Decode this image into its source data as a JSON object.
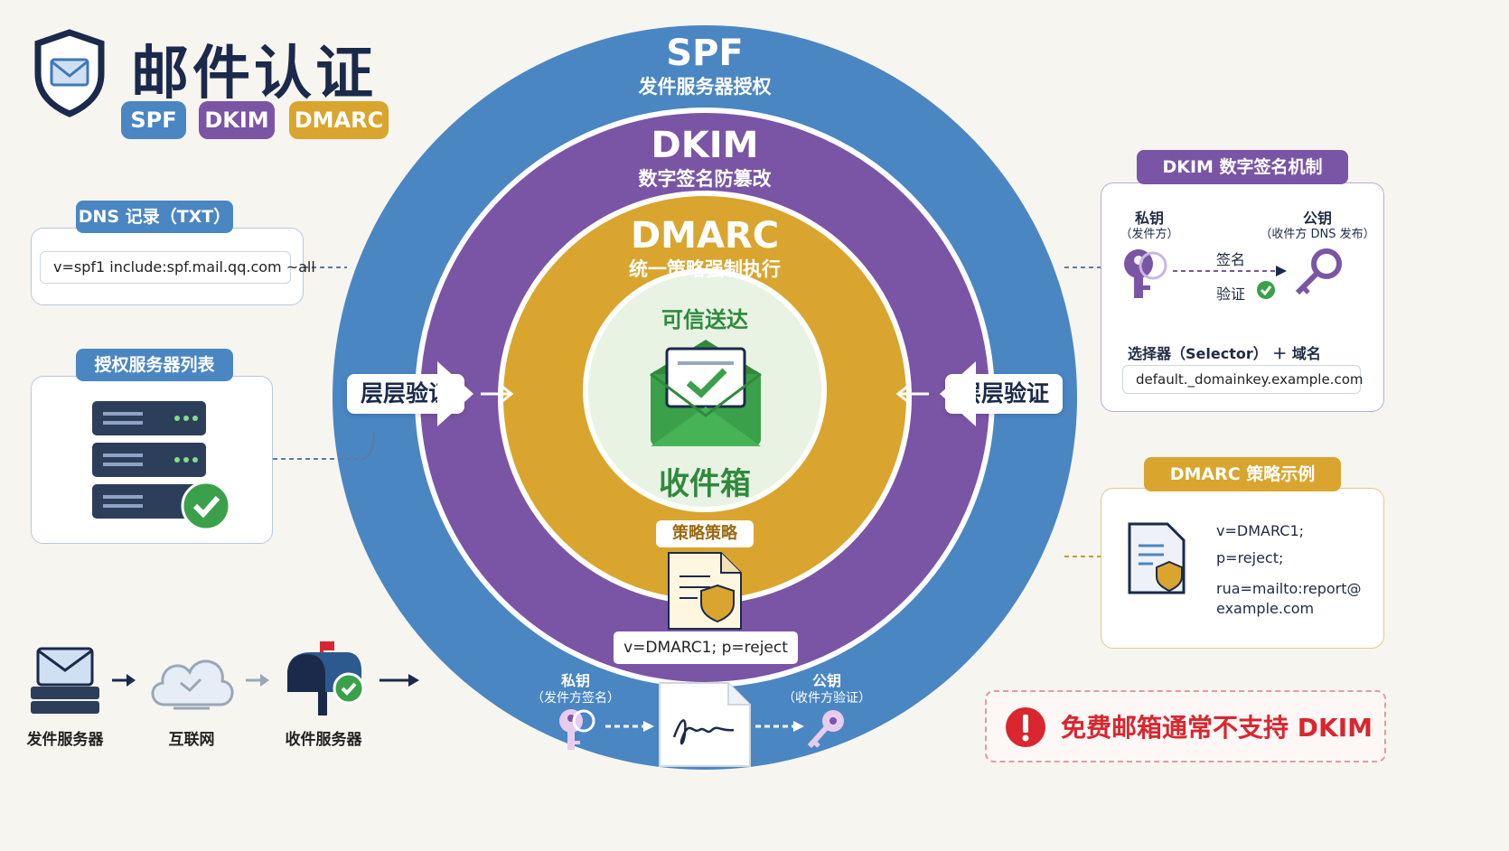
{
  "header": {
    "title": "邮件认证",
    "tags": [
      "SPF",
      "DKIM",
      "DMARC"
    ]
  },
  "rings": {
    "spf": {
      "title": "SPF",
      "subtitle": "发件服务器授权"
    },
    "dkim": {
      "title": "DKIM",
      "subtitle": "数字签名防篡改"
    },
    "dmarc": {
      "title": "DMARC",
      "subtitle": "统一策略强制执行"
    },
    "core": {
      "top": "可信送达",
      "bottom": "收件箱"
    },
    "policy_tag": "策略策略",
    "policy_record": "v=DMARC1; p=reject"
  },
  "side_badges": {
    "left": "层层验证",
    "right": "层层验证"
  },
  "dns_card": {
    "tab": "DNS 记录（TXT）",
    "record": "v=spf1 include:spf.mail.qq.com ~all"
  },
  "server_card": {
    "tab": "授权服务器列表"
  },
  "dkim_card": {
    "tab": "DKIM 数字签名机制",
    "private_key": "私钥",
    "private_key_note": "（发件方）",
    "public_key": "公钥",
    "public_key_note": "（收件方 DNS 发布）",
    "sign": "签名",
    "verify": "验证",
    "selector_label": "选择器（Selector） ＋ 域名",
    "selector_value": "default._domainkey.example.com"
  },
  "dmarc_card": {
    "tab": "DMARC 策略示例",
    "lines": [
      "v=DMARC1;",
      "p=reject;",
      "rua=mailto:report@",
      "example.com"
    ]
  },
  "flow": {
    "steps": [
      "发件服务器",
      "互联网",
      "收件服务器"
    ]
  },
  "signing": {
    "private_key": "私钥",
    "private_key_note": "（发件方签名）",
    "public_key": "公钥",
    "public_key_note": "（收件方验证）"
  },
  "warning": {
    "text": "免费邮箱通常不支持 DKIM"
  },
  "colors": {
    "spf": "#4a86c2",
    "dkim": "#7a55a5",
    "dmarc": "#d9a52e",
    "core_bg": "#e8f3e4",
    "green": "#3aa14a",
    "navy": "#1b2a4a",
    "warning": "#d9262f"
  }
}
